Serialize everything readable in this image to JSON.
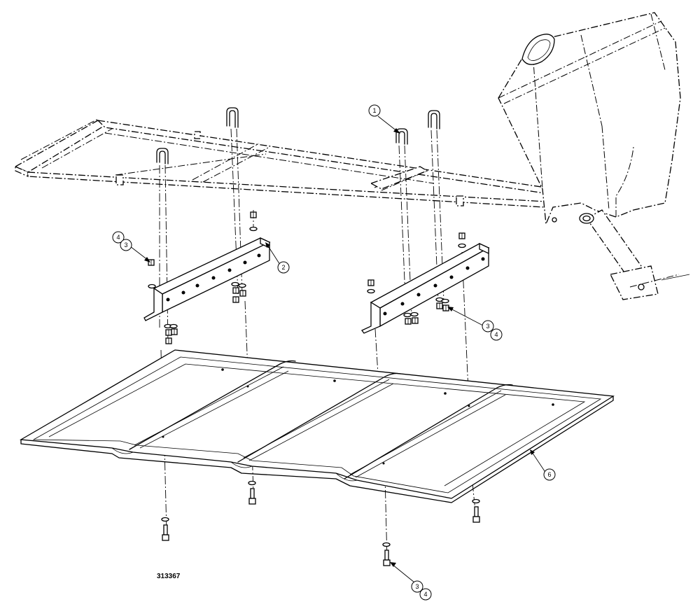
{
  "drawing_number": "313367",
  "callouts": {
    "c1": "1",
    "c2": "2",
    "c3a": "3",
    "c4a": "4",
    "c3b": "3",
    "c4b": "4",
    "c3c": "3",
    "c4c": "4",
    "c6": "6"
  }
}
